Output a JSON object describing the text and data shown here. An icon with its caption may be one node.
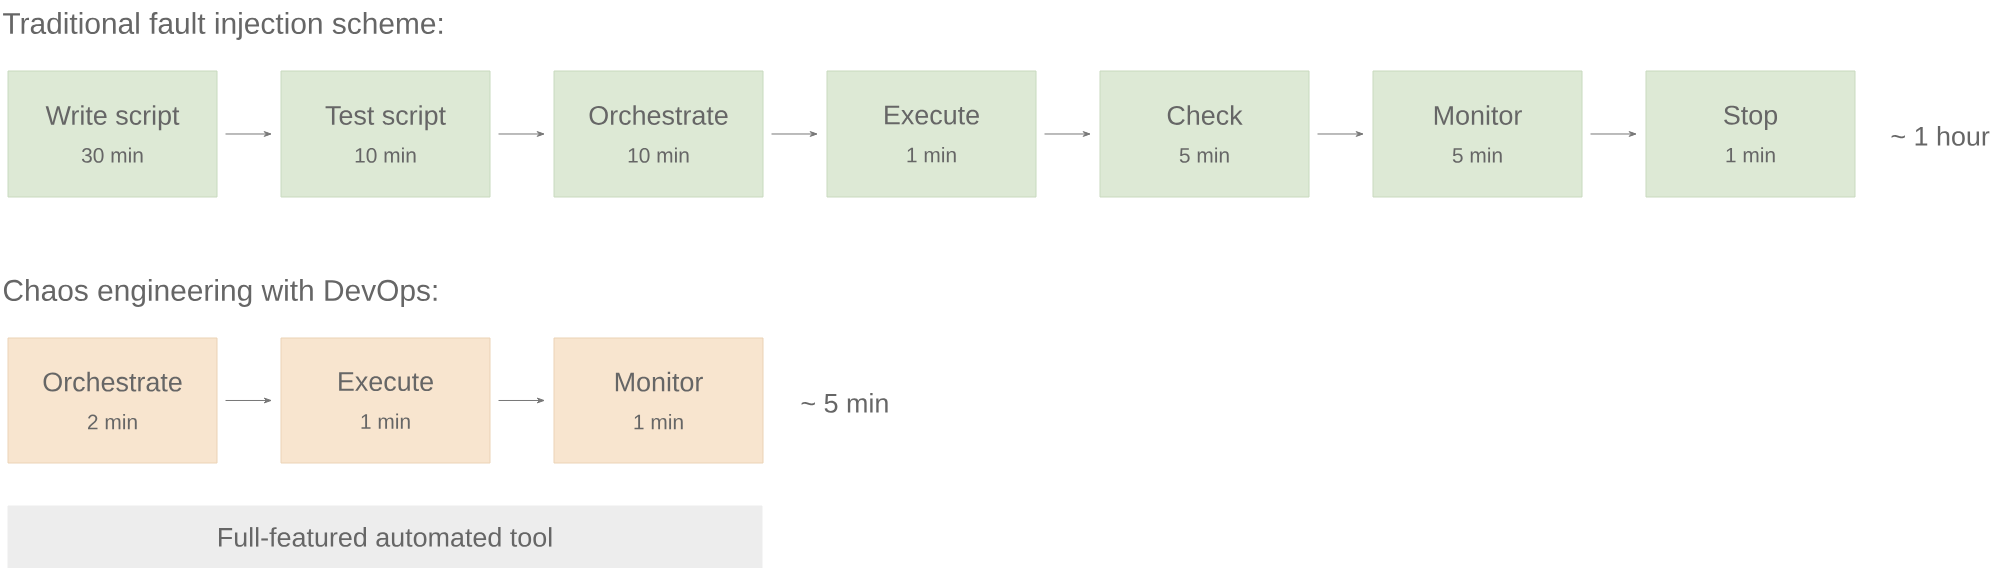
{
  "diagram": {
    "nodes": [
      {
        "text": [
          "Write script",
          "30 min"
        ]
      },
      {
        "text": [
          "Test script",
          "10 min"
        ]
      },
      {
        "text": [
          "Orchestrate",
          "10 min"
        ]
      },
      {
        "text": [
          "Execute",
          "1 min"
        ]
      },
      {
        "text": [
          "Check",
          "5 min"
        ]
      },
      {
        "text": [
          "Monitor",
          "5 min"
        ]
      },
      {
        "text": [
          "Stop",
          "1 min"
        ]
      },
      {
        "text": [
          "Orchestrate",
          "2 min"
        ]
      },
      {
        "text": [
          "Execute",
          "1 min"
        ]
      },
      {
        "text": [
          "Monitor",
          "1 min"
        ]
      },
      {
        "text": [
          "Full-featured automated tool"
        ]
      }
    ],
    "edges": [
      {
        "from": 0,
        "to": 1,
        "arrow": "to"
      },
      {
        "from": 1,
        "to": 2,
        "arrow": "to"
      },
      {
        "from": 2,
        "to": 3,
        "arrow": "to"
      },
      {
        "from": 3,
        "to": 4,
        "arrow": "to"
      },
      {
        "from": 4,
        "to": 5,
        "arrow": "to"
      },
      {
        "from": 5,
        "to": 6,
        "arrow": "to"
      },
      {
        "from": 7,
        "to": 8,
        "arrow": "to"
      },
      {
        "from": 8,
        "to": 9,
        "arrow": "to"
      }
    ],
    "labels": [
      "Traditional fault injection scheme:",
      "~ 1 hour",
      "Chaos engineering with DevOps:",
      "~ 5 min"
    ]
  }
}
